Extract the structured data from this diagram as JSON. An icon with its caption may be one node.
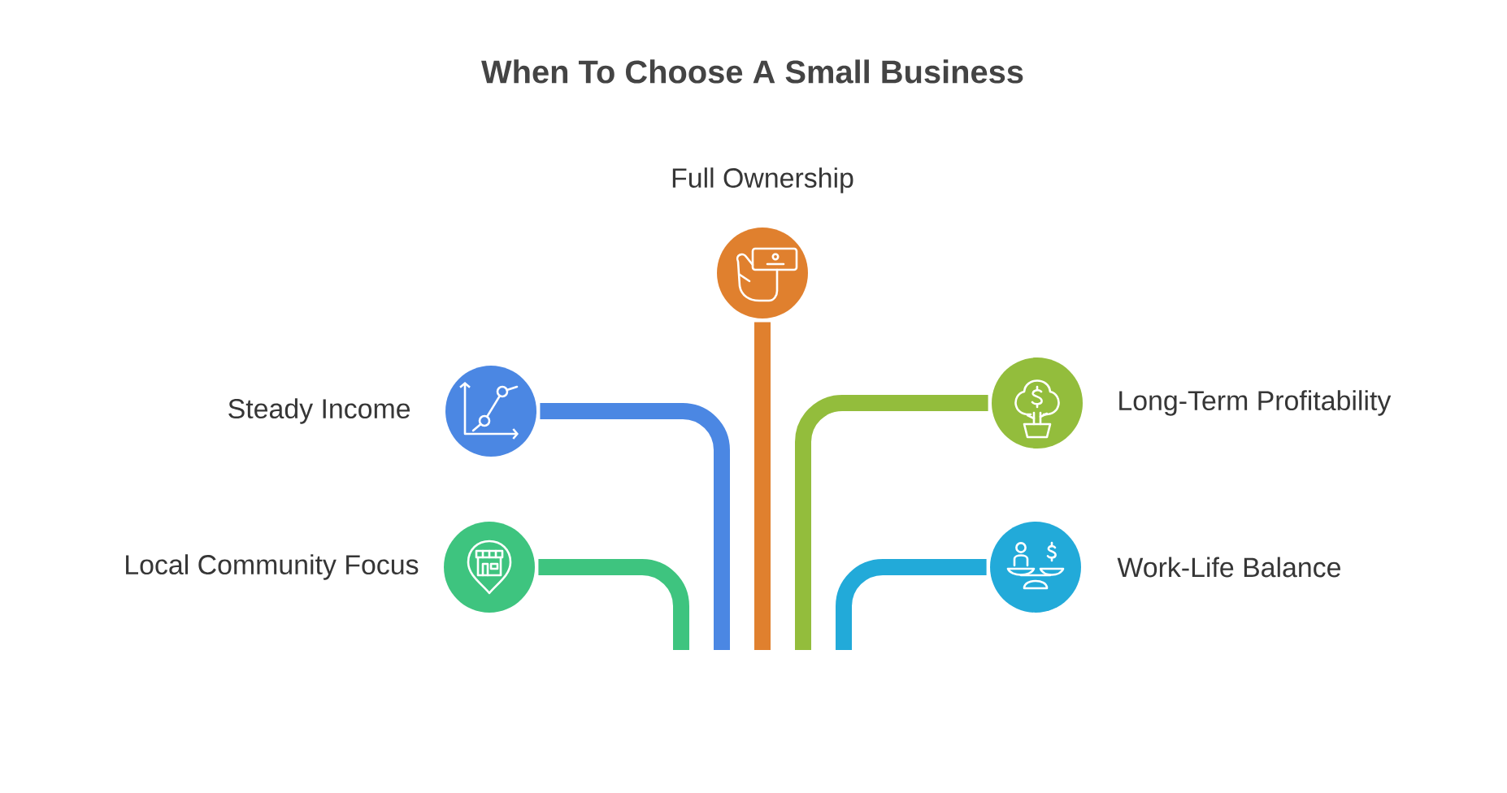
{
  "diagram": {
    "title": "When To Choose A Small Business",
    "nodes": [
      {
        "text": [],
        "shape": "circle",
        "beside": [
          "Full Ownership"
        ]
      },
      {
        "text": [],
        "shape": "circle",
        "beside": [
          "Steady Income"
        ]
      },
      {
        "text": [],
        "shape": "circle",
        "beside": [
          "Long-Term Profitability"
        ]
      },
      {
        "text": [],
        "shape": "circle",
        "beside": [
          "Local Community Focus"
        ]
      },
      {
        "text": [],
        "shape": "circle",
        "beside": [
          "Work-Life Balance"
        ]
      }
    ],
    "edges": [
      {
        "from": 0,
        "to": null,
        "arrow": "none",
        "color": "#e0802e"
      },
      {
        "from": 1,
        "to": null,
        "arrow": "none",
        "color": "#4b87e3"
      },
      {
        "from": 2,
        "to": null,
        "arrow": "none",
        "color": "#93bd3c"
      },
      {
        "from": 3,
        "to": null,
        "arrow": "none",
        "color": "#3ec47f"
      },
      {
        "from": 4,
        "to": null,
        "arrow": "none",
        "color": "#22aad9"
      }
    ]
  }
}
